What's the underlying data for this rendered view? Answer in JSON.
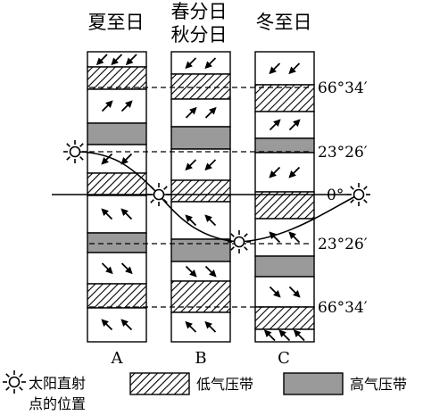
{
  "headers": {
    "A": "夏至日",
    "B_line1": "春分日",
    "B_line2": "秋分日",
    "C": "冬至日"
  },
  "column_labels": {
    "A": "A",
    "B": "B",
    "C": "C"
  },
  "latitudes": {
    "n66": "66°34′",
    "n23": "23°26′",
    "eq": "0°",
    "s23": "23°26′",
    "s66": "66°34′"
  },
  "legend": {
    "sun_line1": "太阳直射",
    "sun_line2": "点的位置",
    "low": "低气压带",
    "high": "高气压带"
  },
  "colors": {
    "high_pressure_fill": "#9a9a9a",
    "low_pressure_hatch": "#000000",
    "line": "#000000"
  },
  "columns": [
    {
      "id": "A",
      "bands": [
        "wind-sw",
        "low",
        "wind-ne",
        "high",
        "wind-sw",
        "low",
        "wind-nw",
        "high",
        "wind-se",
        "low",
        "wind-nw"
      ]
    },
    {
      "id": "B",
      "bands": [
        "wind-sw",
        "low",
        "wind-ne",
        "high",
        "wind-sw",
        "low",
        "wind-nw",
        "high",
        "wind-se",
        "low",
        "wind-nw"
      ]
    },
    {
      "id": "C",
      "bands": [
        "wind-sw",
        "low",
        "wind-ne",
        "high",
        "wind-sw",
        "low",
        "wind-nw",
        "high",
        "wind-se",
        "low",
        "wind-nw"
      ]
    }
  ],
  "sun_positions": [
    "north-tropic",
    "equator",
    "south-tropic",
    "equator"
  ]
}
